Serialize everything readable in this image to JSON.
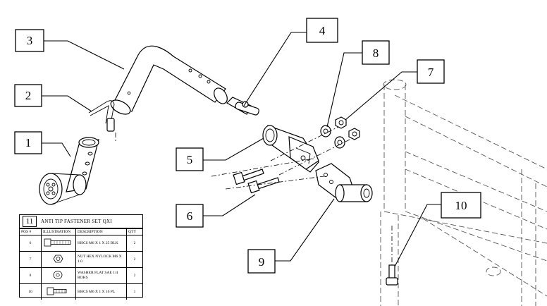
{
  "callouts": [
    "1",
    "2",
    "3",
    "4",
    "5",
    "6",
    "7",
    "8",
    "9",
    "10"
  ],
  "table": {
    "number": "11",
    "title": "ANTI TIP FASTENER SET QXI",
    "headers": {
      "pos": "POS #",
      "illustration": "ILLUSTRATION",
      "description": "DESCRIPTION",
      "qty": "QTY"
    },
    "rows": [
      {
        "pos": "6",
        "description": "HHCS M6 X 1 X 25 BLK",
        "qty": "2",
        "icon": "bolt-icon"
      },
      {
        "pos": "7",
        "description": "NUT HEX NYLOCK M6 X 1.0",
        "qty": "2",
        "icon": "hex-nut-icon"
      },
      {
        "pos": "8",
        "description": "WASHER FLAT SAE 1/4 ROHS",
        "qty": "2",
        "icon": "washer-icon"
      },
      {
        "pos": "10",
        "description": "HHCS M6 X 1 X 16 PL",
        "qty": "1",
        "icon": "short-bolt-icon"
      }
    ]
  }
}
